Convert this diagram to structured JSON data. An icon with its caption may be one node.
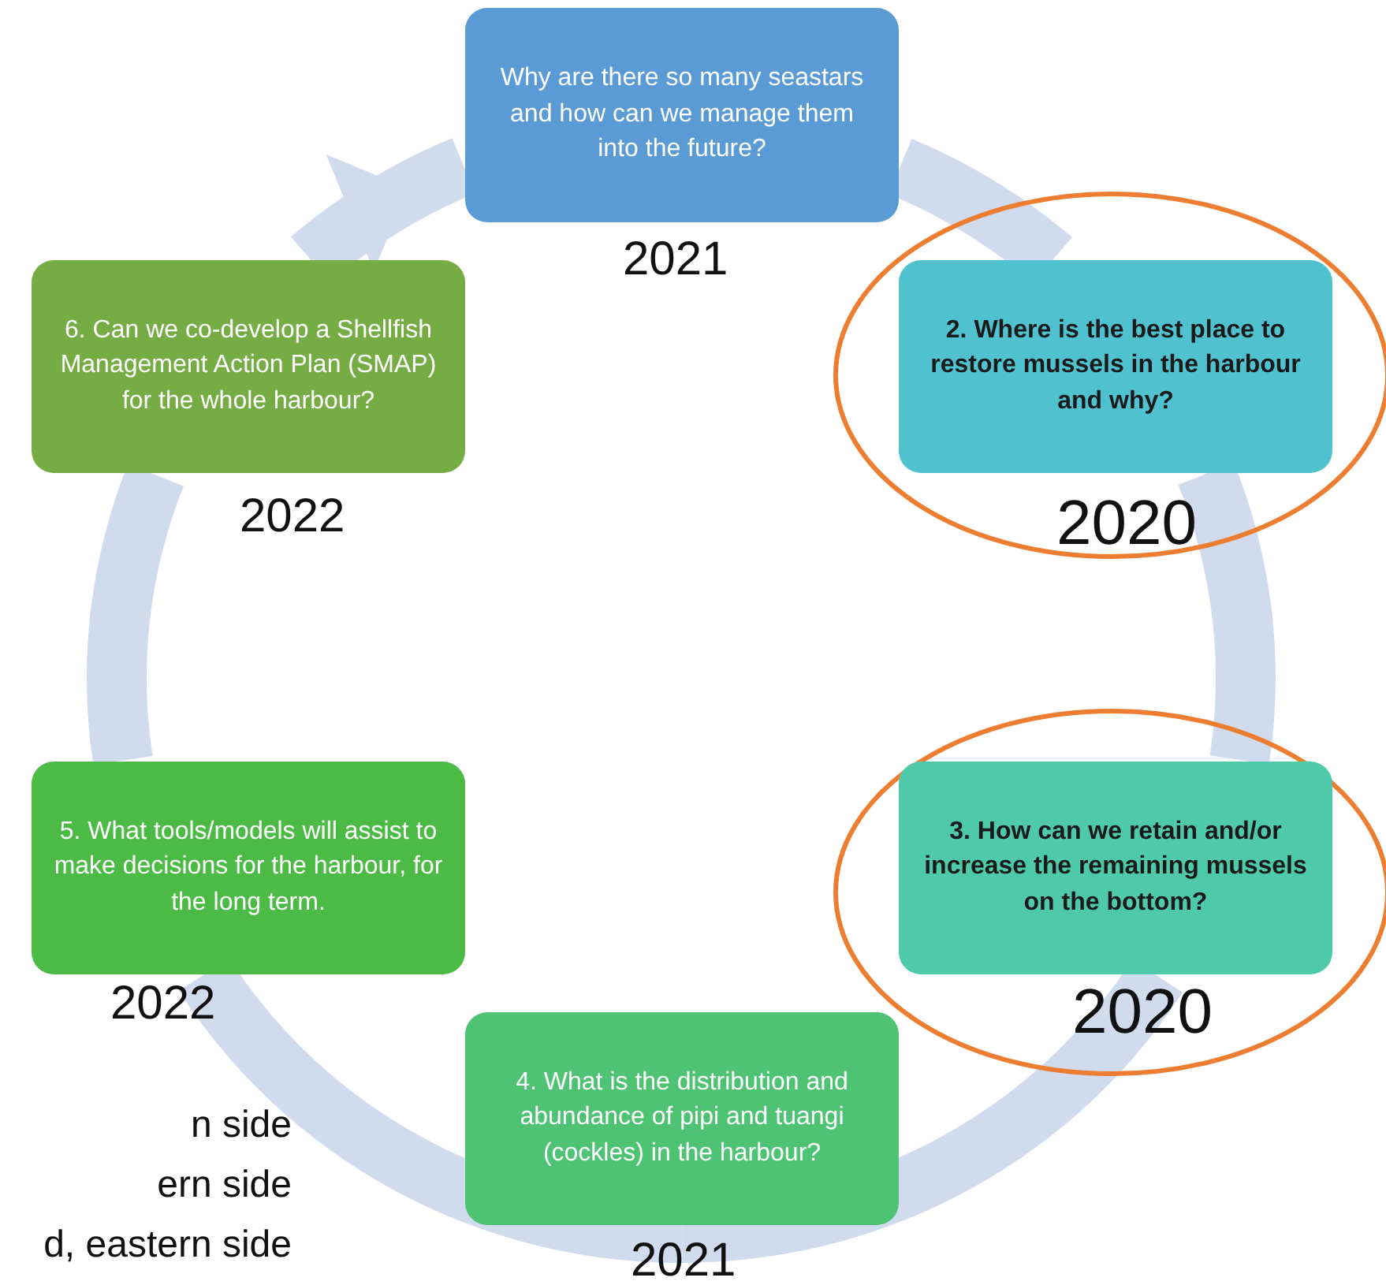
{
  "diagram": {
    "nodes": [
      {
        "text": [
          "Why are there so many seastars and how can we manage them into the future?"
        ],
        "beside": [
          "2021"
        ]
      },
      {
        "text": [
          "2. Where is the best place to restore mussels in the harbour and why?"
        ],
        "beside": [
          "2020"
        ]
      },
      {
        "text": [
          "3. How can we retain and/or increase the remaining mussels on the bottom?"
        ],
        "beside": [
          "2020"
        ]
      },
      {
        "text": [
          "4. What is the distribution and abundance of pipi and tuangi (cockles) in the harbour?"
        ],
        "beside": [
          "2021"
        ]
      },
      {
        "text": [
          "5. What tools/models will assist to make decisions for the harbour, for the long term."
        ],
        "beside": [
          "2022"
        ]
      },
      {
        "text": [
          "6. Can we co-develop a Shellfish Management Action Plan (SMAP) for the whole harbour?"
        ],
        "beside": [
          "2022"
        ]
      }
    ],
    "edges": [
      {
        "from": 0,
        "to": 1,
        "arrow": "none"
      },
      {
        "from": 1,
        "to": 2,
        "arrow": "none"
      },
      {
        "from": 2,
        "to": 3,
        "arrow": "none"
      },
      {
        "from": 3,
        "to": 4,
        "arrow": "none"
      },
      {
        "from": 4,
        "to": 5,
        "arrow": "none"
      },
      {
        "from": 5,
        "to": 0,
        "arrow": "to"
      }
    ],
    "labels": [
      "n side",
      "ern side",
      "d, eastern side"
    ]
  }
}
